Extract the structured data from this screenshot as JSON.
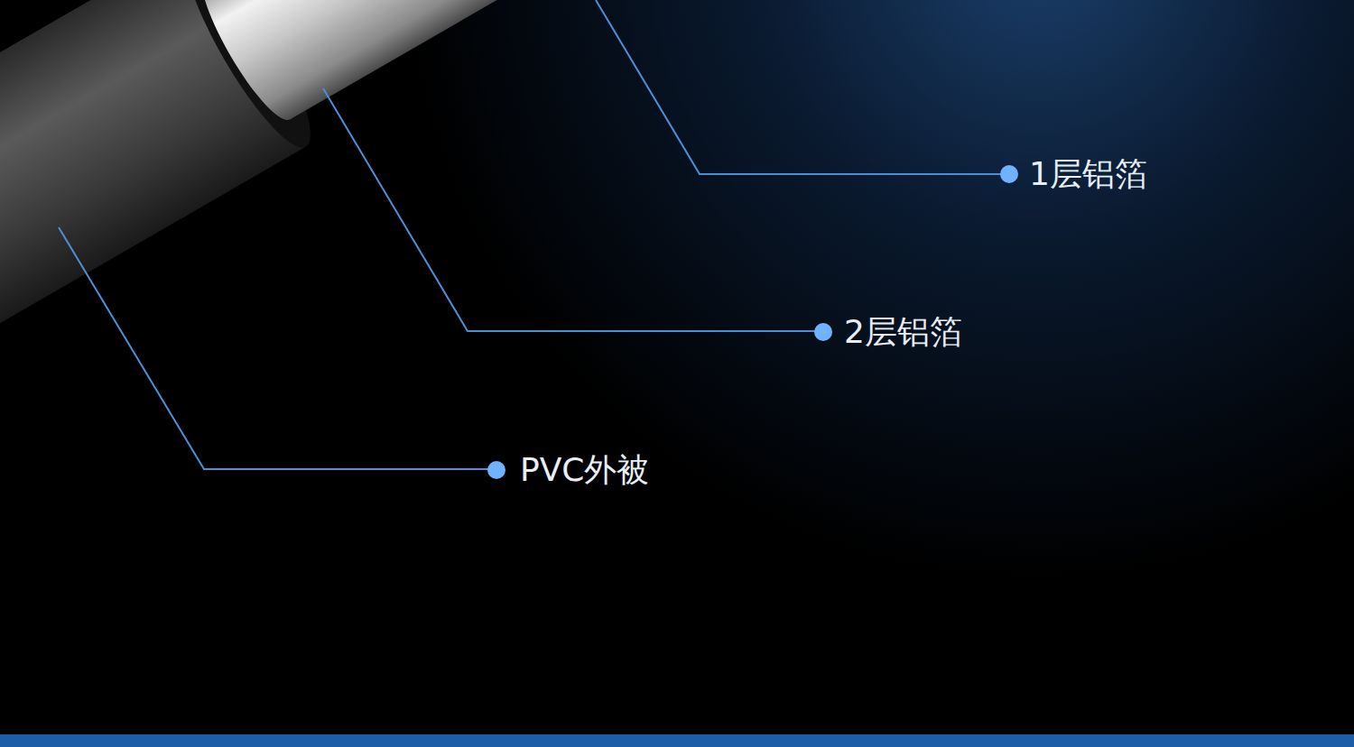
{
  "diagram": {
    "labels": [
      "1层铝箔",
      "2层铝箔",
      "PVC外被"
    ]
  }
}
